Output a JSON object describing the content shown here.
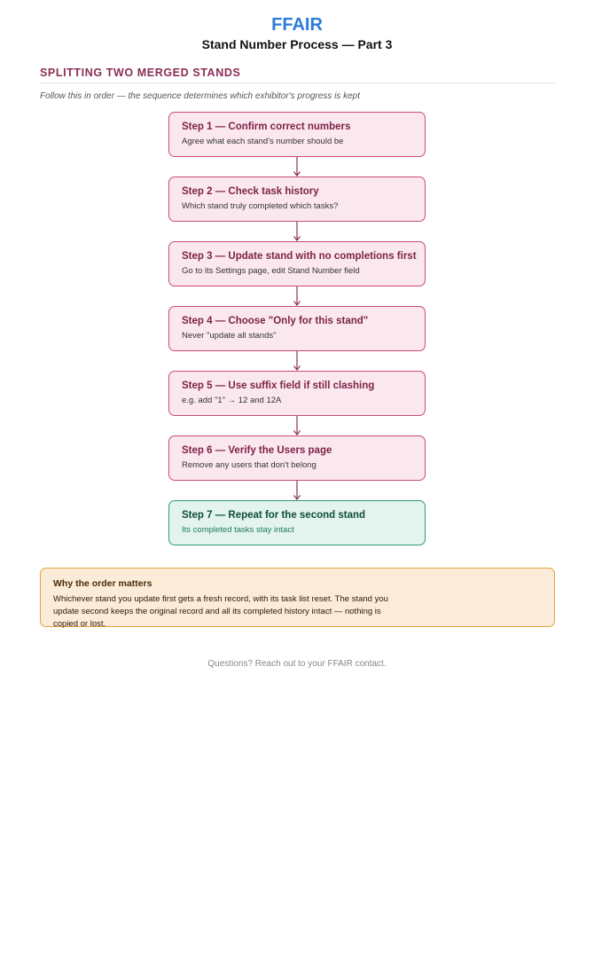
{
  "header": {
    "brand": "FFAIR",
    "subtitle": "Stand Number Process — Part 3"
  },
  "section": {
    "heading": "SPLITTING TWO MERGED STANDS",
    "intro": "Follow this in order — the sequence determines which exhibitor's progress is kept"
  },
  "steps": [
    {
      "title": "Step 1 — Confirm correct numbers",
      "description": "Agree what each stand's number should be"
    },
    {
      "title": "Step 2 — Check task history",
      "description": "Which stand truly completed which tasks?"
    },
    {
      "title": "Step 3 — Update stand with no completions first",
      "description": "Go to its Settings page, edit Stand Number field"
    },
    {
      "title": "Step 4 — Choose \"Only for this stand\"",
      "description": "Never \"update all stands\""
    },
    {
      "title": "Step 5 — Use suffix field if still clashing",
      "description": "e.g. add \"1\" → 12 and 12A"
    },
    {
      "title": "Step 6 — Verify the Users page",
      "description": "Remove any users that don't belong"
    },
    {
      "title": "Step 7 — Repeat for the second stand",
      "description": "Its completed tasks stay intact"
    }
  ],
  "callout": {
    "title": "Why the order matters",
    "text": "Whichever stand you update first gets a fresh record, with its task list reset. The stand you update second keeps the original record and all its completed history intact — nothing is copied or lost."
  },
  "footer": {
    "text": "Questions? Reach out to your FFAIR contact."
  },
  "colors": {
    "brand": "#2b7bd9",
    "step_border": "#c94a7a",
    "step_fill": "#fbe8ef",
    "final_border": "#2f9a78",
    "final_fill": "#e2f4ed",
    "callout_border": "#e8a23c",
    "callout_fill": "#fbecd9",
    "arrow": "#8b2e57"
  }
}
